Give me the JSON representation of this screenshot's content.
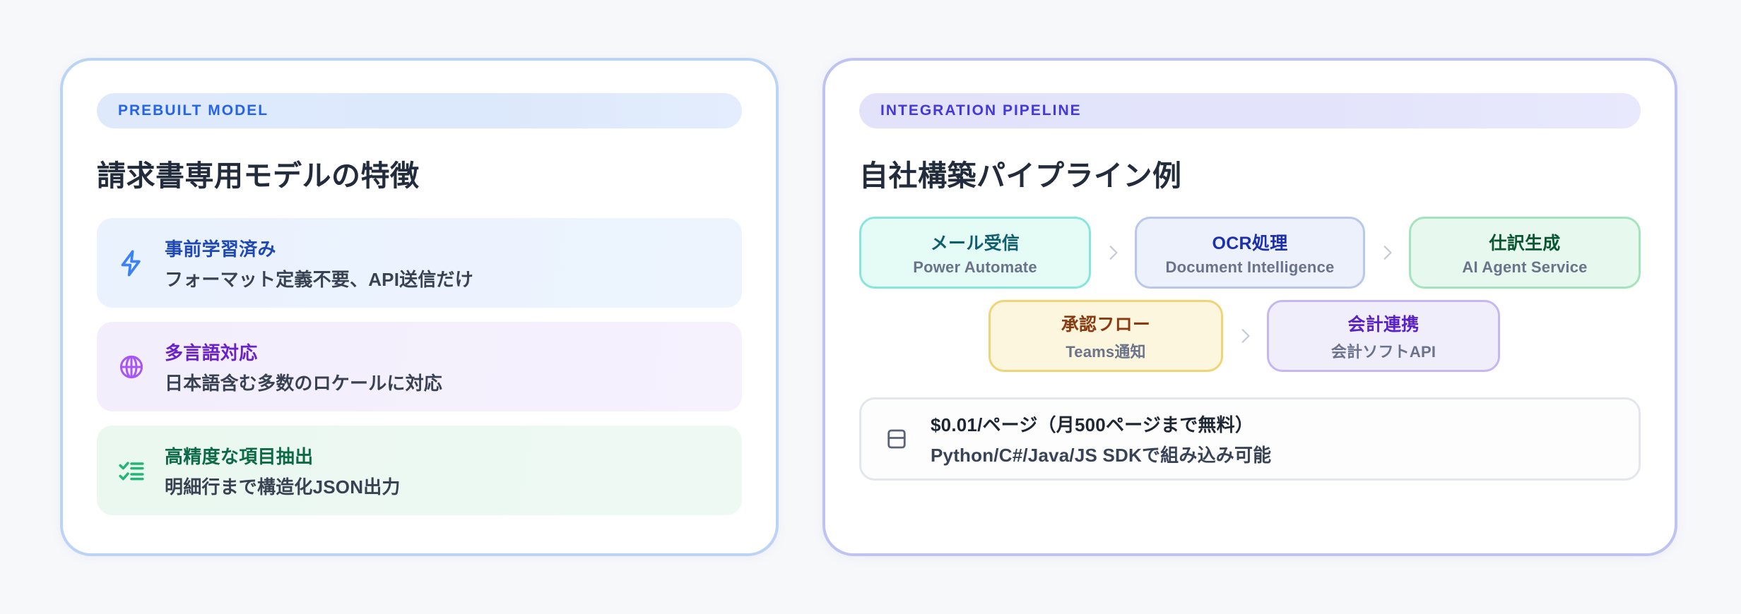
{
  "colors": {
    "page_background": "#F7F8FA",
    "left_card_border": "#BBD3F5",
    "right_card_border": "#BFC3F2",
    "badge_blue_text": "#2563EB",
    "badge_violet_text": "#4338E0",
    "title": "#222C3C"
  },
  "left_card": {
    "badge": "PREBUILT MODEL",
    "title": "請求書専用モデルの特徴",
    "features": [
      {
        "icon": "lightning-bolt-icon",
        "heading": "事前学習済み",
        "subtext": "フォーマット定義不要、API送信だけ",
        "accent": "#1E49B5"
      },
      {
        "icon": "globe-icon",
        "heading": "多言語対応",
        "subtext": "日本語含む多数のロケールに対応",
        "accent": "#6B21C8"
      },
      {
        "icon": "checklist-icon",
        "heading": "高精度な項目抽出",
        "subtext": "明細行まで構造化JSON出力",
        "accent": "#0C6B45"
      }
    ]
  },
  "right_card": {
    "badge": "INTEGRATION PIPELINE",
    "title": "自社構築パイプライン例",
    "pipeline_row_1": [
      {
        "label": "メール受信",
        "subtext": "Power Automate",
        "theme": "teal"
      },
      {
        "label": "OCR処理",
        "subtext": "Document Intelligence",
        "theme": "blue"
      },
      {
        "label": "仕訳生成",
        "subtext": "AI Agent Service",
        "theme": "green"
      }
    ],
    "pipeline_row_2": [
      {
        "label": "承認フロー",
        "subtext": "Teams通知",
        "theme": "amber"
      },
      {
        "label": "会計連携",
        "subtext": "会計ソフトAPI",
        "theme": "violet"
      }
    ],
    "separator_icon": "chevron-right-icon",
    "pricing": {
      "icon": "credit-card-icon",
      "heading": "$0.01/ページ（月500ページまで無料）",
      "subtext": "Python/C#/Java/JS SDKで組み込み可能"
    }
  }
}
